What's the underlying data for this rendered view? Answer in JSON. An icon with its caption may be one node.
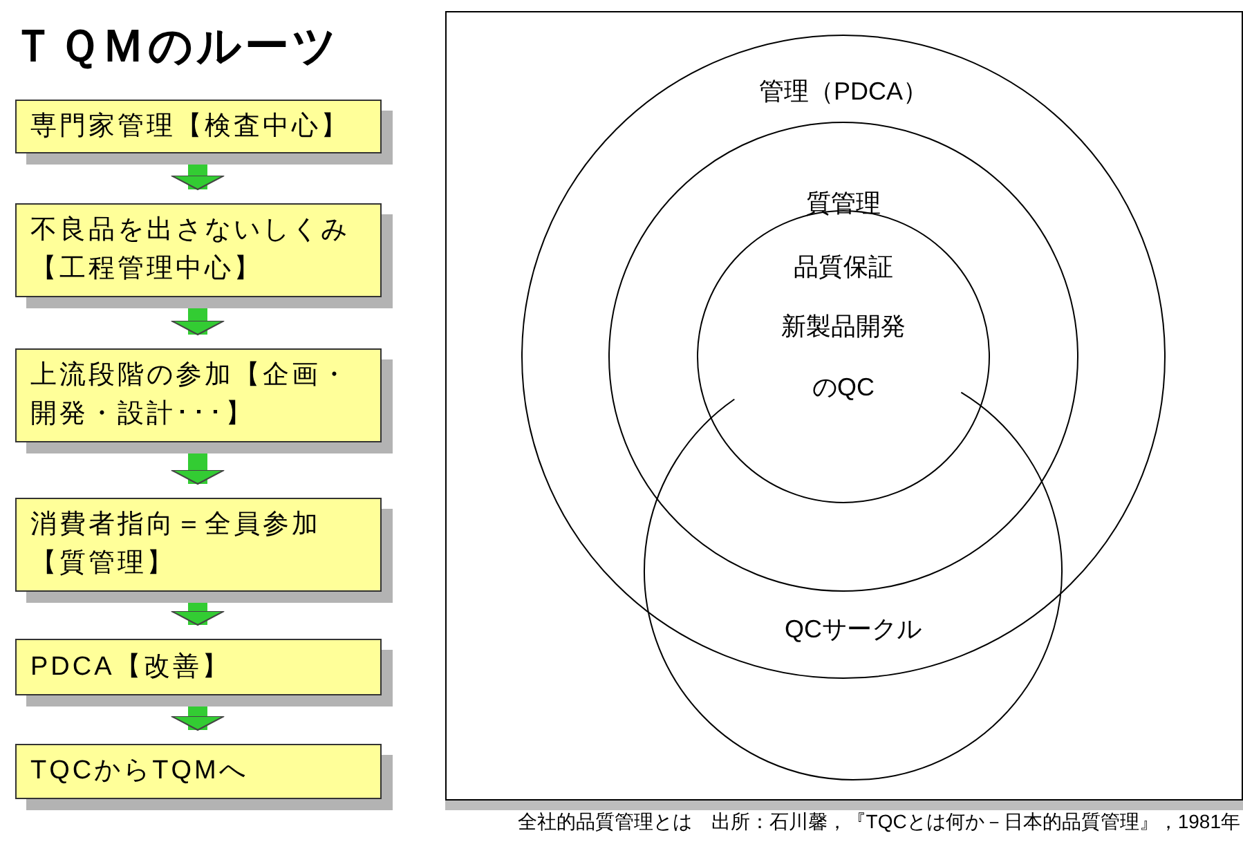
{
  "diagram": {
    "title": "ＴＱＭのルーツ",
    "caption": "全社的品質管理とは　出所：石川馨，『TQCとは何か－日本的品質管理』，1981年",
    "nodes": [
      {
        "text": [
          "専門家管理【検査中心】"
        ]
      },
      {
        "text": [
          "不良品を出さないしくみ【工程管理中心】"
        ]
      },
      {
        "text": [
          "上流段階の参加【企画・開発・設計･･･】"
        ]
      },
      {
        "text": [
          "消費者指向＝全員参加【質管理】"
        ]
      },
      {
        "text": [
          "PDCA【改善】"
        ]
      },
      {
        "text": [
          "TQCからTQMへ"
        ]
      },
      {
        "text": [
          "管理（PDCA）"
        ]
      },
      {
        "text": [
          "質管理"
        ],
        "in": 6
      },
      {
        "text": [
          "品質保証",
          "新製品開発",
          "のQC"
        ],
        "in": 7
      },
      {
        "text": [
          "QCサークル"
        ]
      }
    ],
    "edges": [
      {
        "from": 0,
        "to": 1,
        "arrow": "to"
      },
      {
        "from": 1,
        "to": 2,
        "arrow": "to"
      },
      {
        "from": 2,
        "to": 3,
        "arrow": "to"
      },
      {
        "from": 3,
        "to": 4,
        "arrow": "to"
      },
      {
        "from": 4,
        "to": 5,
        "arrow": "to"
      }
    ]
  }
}
